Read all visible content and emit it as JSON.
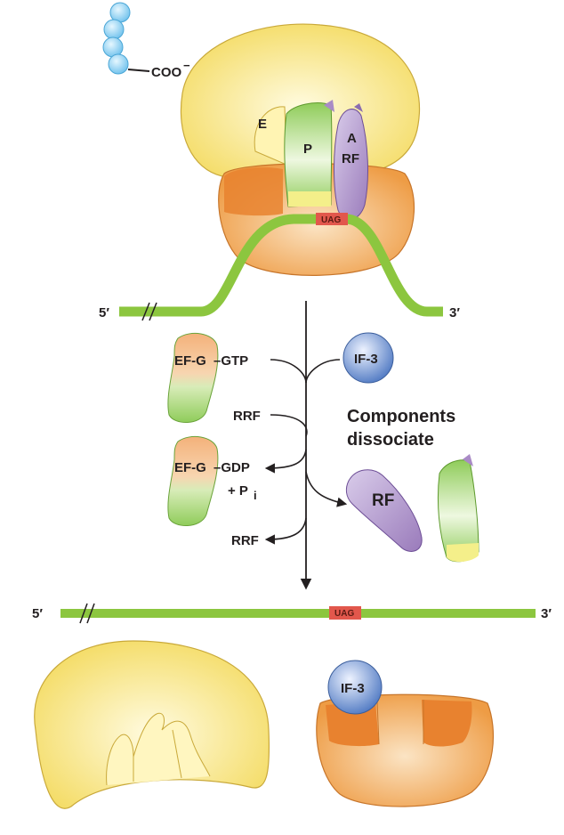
{
  "labels": {
    "coo": "COO",
    "coo_charge": "−",
    "site_e": "E",
    "site_p": "P",
    "site_a": "A",
    "rf_bound": "RF",
    "uag_top": "UAG",
    "five_prime_top": "5′",
    "three_prime_top": "3′",
    "efg_gtp_efg": "EF-G",
    "efg_gtp_gtp": "–GTP",
    "if3_top": "IF-3",
    "rrf_in": "RRF",
    "components_line1": "Components",
    "components_line2": "dissociate",
    "efg_gdp_efg": "EF-G",
    "efg_gdp_gdp": "–GDP",
    "pi": "+ P",
    "pi_sub": "i",
    "rf_free": "RF",
    "rrf_out": "RRF",
    "five_prime_bottom": "5′",
    "three_prime_bottom": "3′",
    "uag_bottom": "UAG",
    "if3_bottom": "IF-3"
  },
  "colors": {
    "large_subunit": "#f7e46f",
    "small_subunit": "#f0a64e",
    "mrna": "#8cc63f",
    "trna": "#9fd36a",
    "release_factor": "#a98bc6",
    "if3": "#5f86c8",
    "stop_codon": "#e2574c",
    "chain_bead": "#8fd0f0"
  }
}
